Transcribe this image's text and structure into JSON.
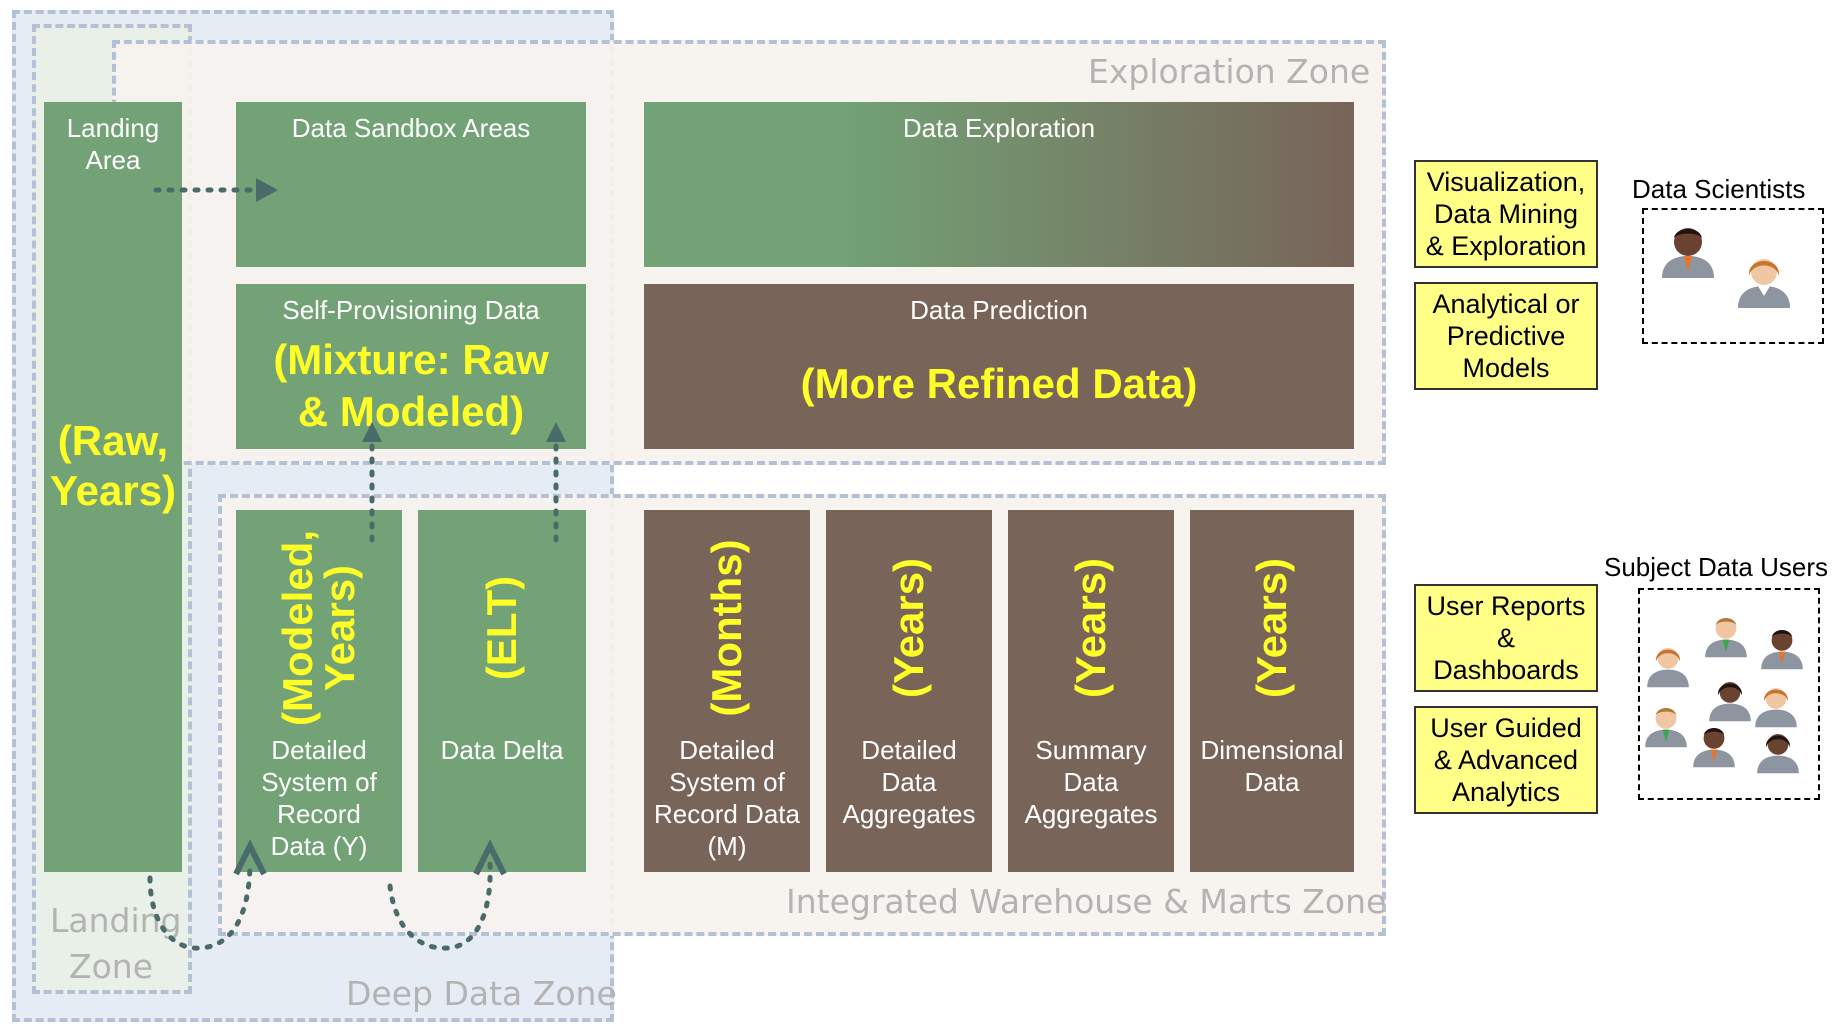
{
  "zones": {
    "exploration": "Exploration Zone",
    "integrated": "Integrated Warehouse & Marts Zone",
    "deep": "Deep Data Zone",
    "landing": "Landing\nZone"
  },
  "boxes": {
    "landing_area": {
      "title": "Landing\nArea",
      "sub": "(Raw,\nYears)"
    },
    "sandbox": {
      "title": "Data Sandbox Areas"
    },
    "exploration": {
      "title": "Data Exploration"
    },
    "self_provisioning": {
      "title": "Self-Provisioning Data",
      "sub": "(Mixture: Raw\n& Modeled)"
    },
    "prediction": {
      "title": "Data Prediction",
      "sub": "(More Refined Data)"
    },
    "detailed_sor_y": {
      "title": "Detailed\nSystem of\nRecord\nData (Y)",
      "vertical": "(Modeled,\nYears)"
    },
    "data_delta": {
      "title": "Data Delta",
      "vertical": "(ELT)"
    },
    "detailed_sor_m": {
      "title": "Detailed\nSystem of\nRecord Data\n(M)",
      "vertical": "(Months)"
    },
    "detailed_aggregates": {
      "title": "Detailed\nData\nAggregates",
      "vertical": "(Years)"
    },
    "summary_aggregates": {
      "title": "Summary\nData\nAggregates",
      "vertical": "(Years)"
    },
    "dimensional": {
      "title": "Dimensional\nData",
      "vertical": "(Years)"
    }
  },
  "callouts": {
    "visualization": "Visualization,\nData Mining\n& Exploration",
    "analytical": "Analytical or\nPredictive\nModels",
    "user_reports": "User Reports\n&\nDashboards",
    "user_guided": "User Guided\n& Advanced\nAnalytics"
  },
  "users": {
    "scientists": "Data Scientists",
    "subject": "Subject Data Users"
  },
  "colors": {
    "green": "#72a276",
    "brown": "#786459",
    "highlight_text": "#ffff28",
    "callout_fill": "#ffff88",
    "zone_border": "#b4c0d6",
    "arrow": "#4a6b6a"
  }
}
